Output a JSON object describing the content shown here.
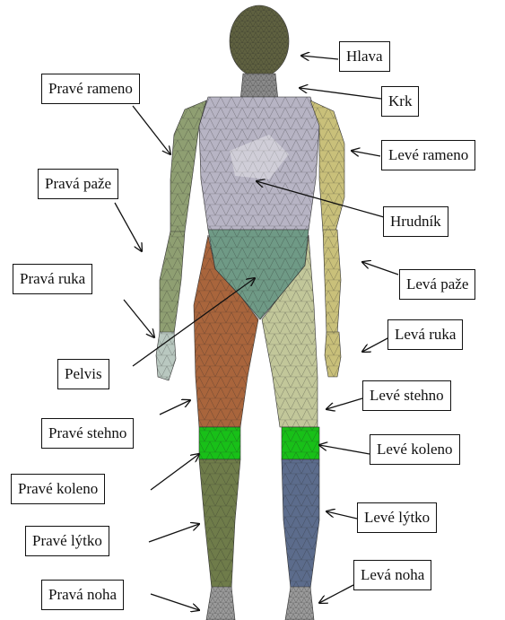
{
  "labels": {
    "hlava": "Hlava",
    "krk": "Krk",
    "leve_rameno": "Levé rameno",
    "hrudnik": "Hrudník",
    "leva_paze": "Levá paže",
    "leva_ruka": "Levá ruka",
    "leve_stehno": "Levé stehno",
    "leve_koleno": "Levé koleno",
    "leve_lytko": "Levé lýtko",
    "leva_noha": "Levá noha",
    "prave_rameno": "Pravé rameno",
    "prava_paze": "Pravá paže",
    "prava_ruka": "Pravá ruka",
    "pelvis": "Pelvis",
    "prave_stehno": "Pravé stehno",
    "prave_koleno": "Pravé koleno",
    "prave_lytko": "Pravé lýtko",
    "prava_noha": "Pravá noha"
  },
  "colors": {
    "head": "#5f6140",
    "neck": "#8a8a8a",
    "torso": "#b7b4c4",
    "right_arm": "#8f9f72",
    "left_arm": "#c9c07a",
    "right_hand": "#b9c8c0",
    "pelvis": "#6f9a86",
    "right_thigh": "#a9653c",
    "left_thigh": "#c2c79a",
    "knee": "#18c018",
    "right_shin": "#6f7c4a",
    "left_shin": "#5c6c8c",
    "foot": "#9a9a9a"
  }
}
